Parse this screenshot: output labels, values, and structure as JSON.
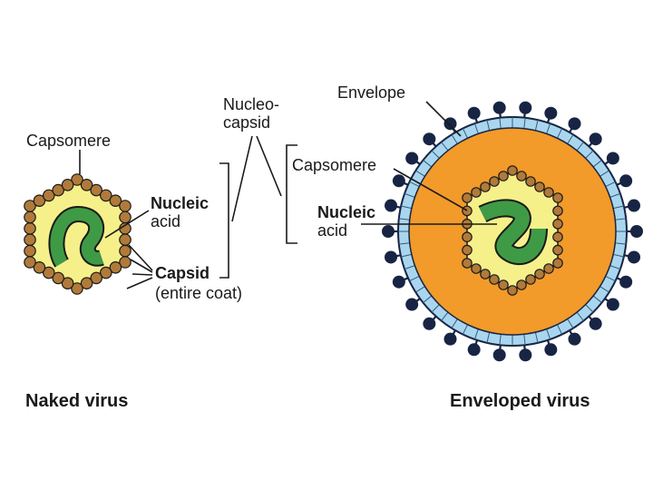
{
  "labels": {
    "naked_capsomere": "Capsomere",
    "naked_nucleic_1": "Nucleic",
    "naked_nucleic_2": "acid",
    "capsid": "Capsid",
    "capsid_note": "(entire coat)",
    "nucleocapsid_1": "Nucleo-",
    "nucleocapsid_2": "capsid",
    "envelope": "Envelope",
    "env_capsomere": "Capsomere",
    "env_nucleic_1": "Nucleic",
    "env_nucleic_2": "acid"
  },
  "captions": {
    "naked": "Naked virus",
    "enveloped": "Enveloped virus"
  },
  "colors": {
    "capsomere_fill": "#b07a3a",
    "core_fill": "#f6f08a",
    "nucleic_acid": "#3f9a45",
    "envelope_band": "#a9d6ee",
    "envelope_outer": "#f29a2a",
    "spike": "#172444",
    "line": "#1a1a1a"
  }
}
